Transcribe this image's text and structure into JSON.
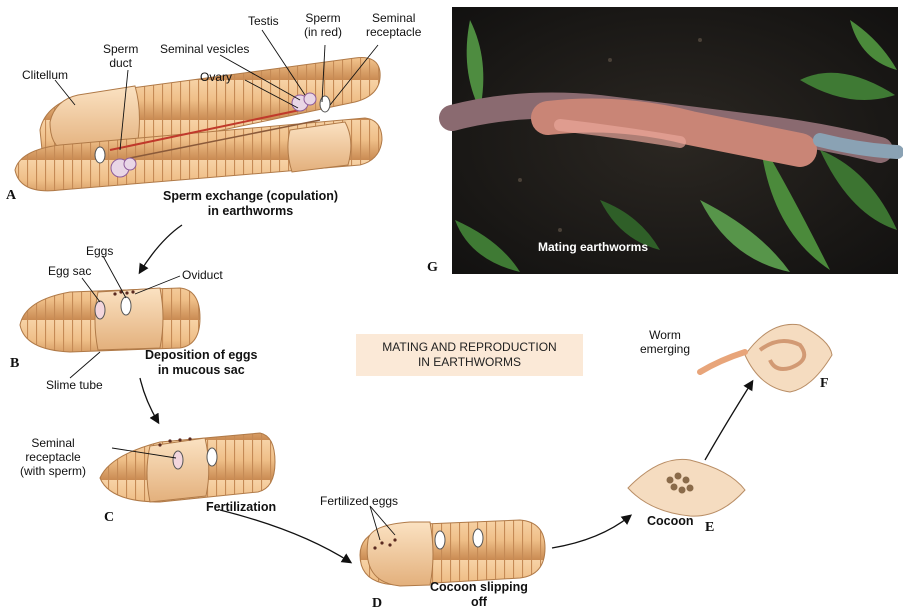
{
  "title": [
    "MATING AND REPRODUCTION",
    "IN EARTHWORMS"
  ],
  "panels": {
    "A": {
      "letter": "A",
      "caption": [
        "Sperm exchange (copulation)",
        "in earthworms"
      ]
    },
    "B": {
      "letter": "B",
      "caption": [
        "Deposition of eggs",
        "in mucous sac"
      ]
    },
    "C": {
      "letter": "C",
      "caption": [
        "Fertilization"
      ]
    },
    "D": {
      "letter": "D",
      "caption": [
        "Cocoon slipping",
        "off"
      ]
    },
    "E": {
      "letter": "E",
      "caption": [
        "Cocoon"
      ]
    },
    "F": {
      "letter": "F",
      "caption": []
    },
    "G": {
      "letter": "G",
      "caption": [
        "Mating earthworms"
      ]
    }
  },
  "labels": {
    "clitellum": "Clitellum",
    "sperm_duct": [
      "Sperm",
      "duct"
    ],
    "seminal_vesicles": "Seminal vesicles",
    "ovary": "Ovary",
    "testis": "Testis",
    "sperm_in_red": [
      "Sperm",
      "(in red)"
    ],
    "seminal_receptacle": [
      "Seminal",
      "receptacle"
    ],
    "eggs": "Eggs",
    "egg_sac": "Egg sac",
    "oviduct": "Oviduct",
    "slime_tube": "Slime tube",
    "seminal_receptacle_with_sperm": [
      "Seminal",
      "receptacle",
      "(with sperm)"
    ],
    "fertilized_eggs": "Fertilized eggs",
    "worm_emerging": [
      "Worm",
      "emerging"
    ]
  },
  "colors": {
    "worm_body": "#f0c08e",
    "worm_band": "#d89a62",
    "clitellum": "#f6d2a8",
    "sperm_line": "#c0392b",
    "title_box": "#fbe9d7",
    "photo_soil": "#1c1a17",
    "cocoon": "#f5dcc0"
  }
}
